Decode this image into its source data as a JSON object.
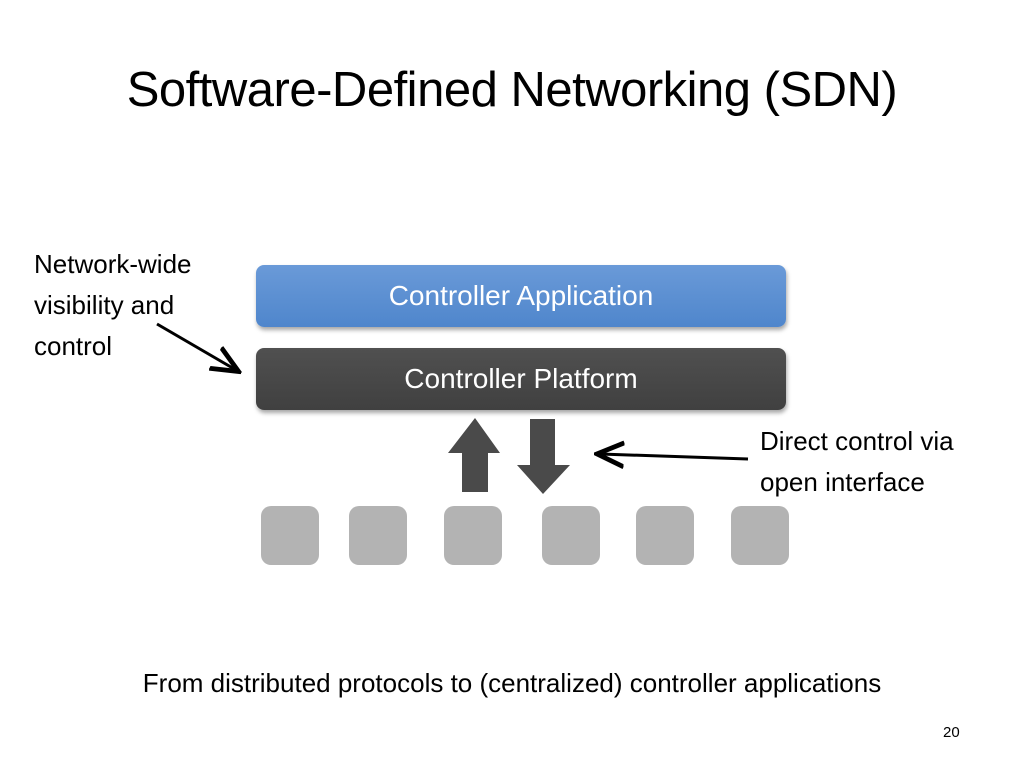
{
  "slide": {
    "title": "Software-Defined Networking (SDN)",
    "annotation_left": [
      "Network-wide",
      "visibility and",
      "control"
    ],
    "annotation_right": [
      "Direct control via",
      "open interface"
    ],
    "layers": {
      "application": "Controller Application",
      "platform": "Controller Platform"
    },
    "switch_count": 6,
    "caption": "From distributed protocols to (centralized) controller applications",
    "page_number": "20"
  },
  "colors": {
    "application_layer": "#5b8fd2",
    "platform_layer": "#474747",
    "switch": "#b3b3b3",
    "arrow": "#474747"
  }
}
